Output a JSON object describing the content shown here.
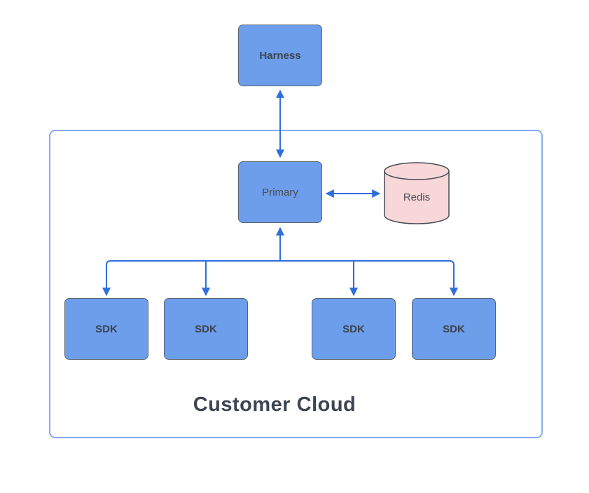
{
  "diagram": {
    "container": {
      "title": "Customer Cloud"
    },
    "nodes": {
      "harness": {
        "label": "Harness",
        "shape": "rectangle"
      },
      "primary": {
        "label": "Primary",
        "shape": "rectangle"
      },
      "redis": {
        "label": "Redis",
        "shape": "cylinder"
      },
      "sdks": [
        "SDK",
        "SDK",
        "SDK",
        "SDK"
      ]
    },
    "edges": [
      {
        "from": "Harness",
        "to": "Primary",
        "style": "bidirectional-arrow"
      },
      {
        "from": "Primary",
        "to": "Redis",
        "style": "bidirectional-arrow"
      },
      {
        "from": "Primary",
        "to": "SDK x4",
        "style": "tree: up-arrow into Primary, down-arrows into each SDK"
      }
    ],
    "colors": {
      "node_fill": "#6d9eeb",
      "node_border": "#5c6370",
      "redis_fill": "#f8d7d8",
      "redis_border": "#474c55",
      "connector": "#2f6edc",
      "container_border": "#85acf5",
      "label_text": "#3e434c",
      "title_text": "#3d4451"
    }
  }
}
